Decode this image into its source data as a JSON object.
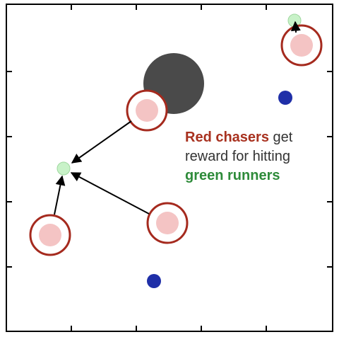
{
  "caption": {
    "line1": {
      "strong": "Red chasers",
      "rest": " get"
    },
    "line2": "reward for hitting",
    "line3": "green runners"
  },
  "colors": {
    "chaser_ring": "#a52a1e",
    "chaser_fill": "#f4c4c4",
    "runner_fill": "#c8f2c8",
    "runner_stroke": "#9fd79f",
    "landmark_blue": "#1f2fa8",
    "obstacle_gray": "#4a4a4a",
    "caption_red": "#a8311f",
    "caption_green": "#2e8b3a",
    "caption_dark": "#333333",
    "frame": "#000000"
  },
  "icons": {
    "chaser": "red-ring-chaser-icon",
    "runner": "green-dot-runner-icon",
    "landmark": "blue-dot-landmark-icon",
    "obstacle": "gray-circle-obstacle-icon",
    "arrow": "arrow-icon"
  }
}
